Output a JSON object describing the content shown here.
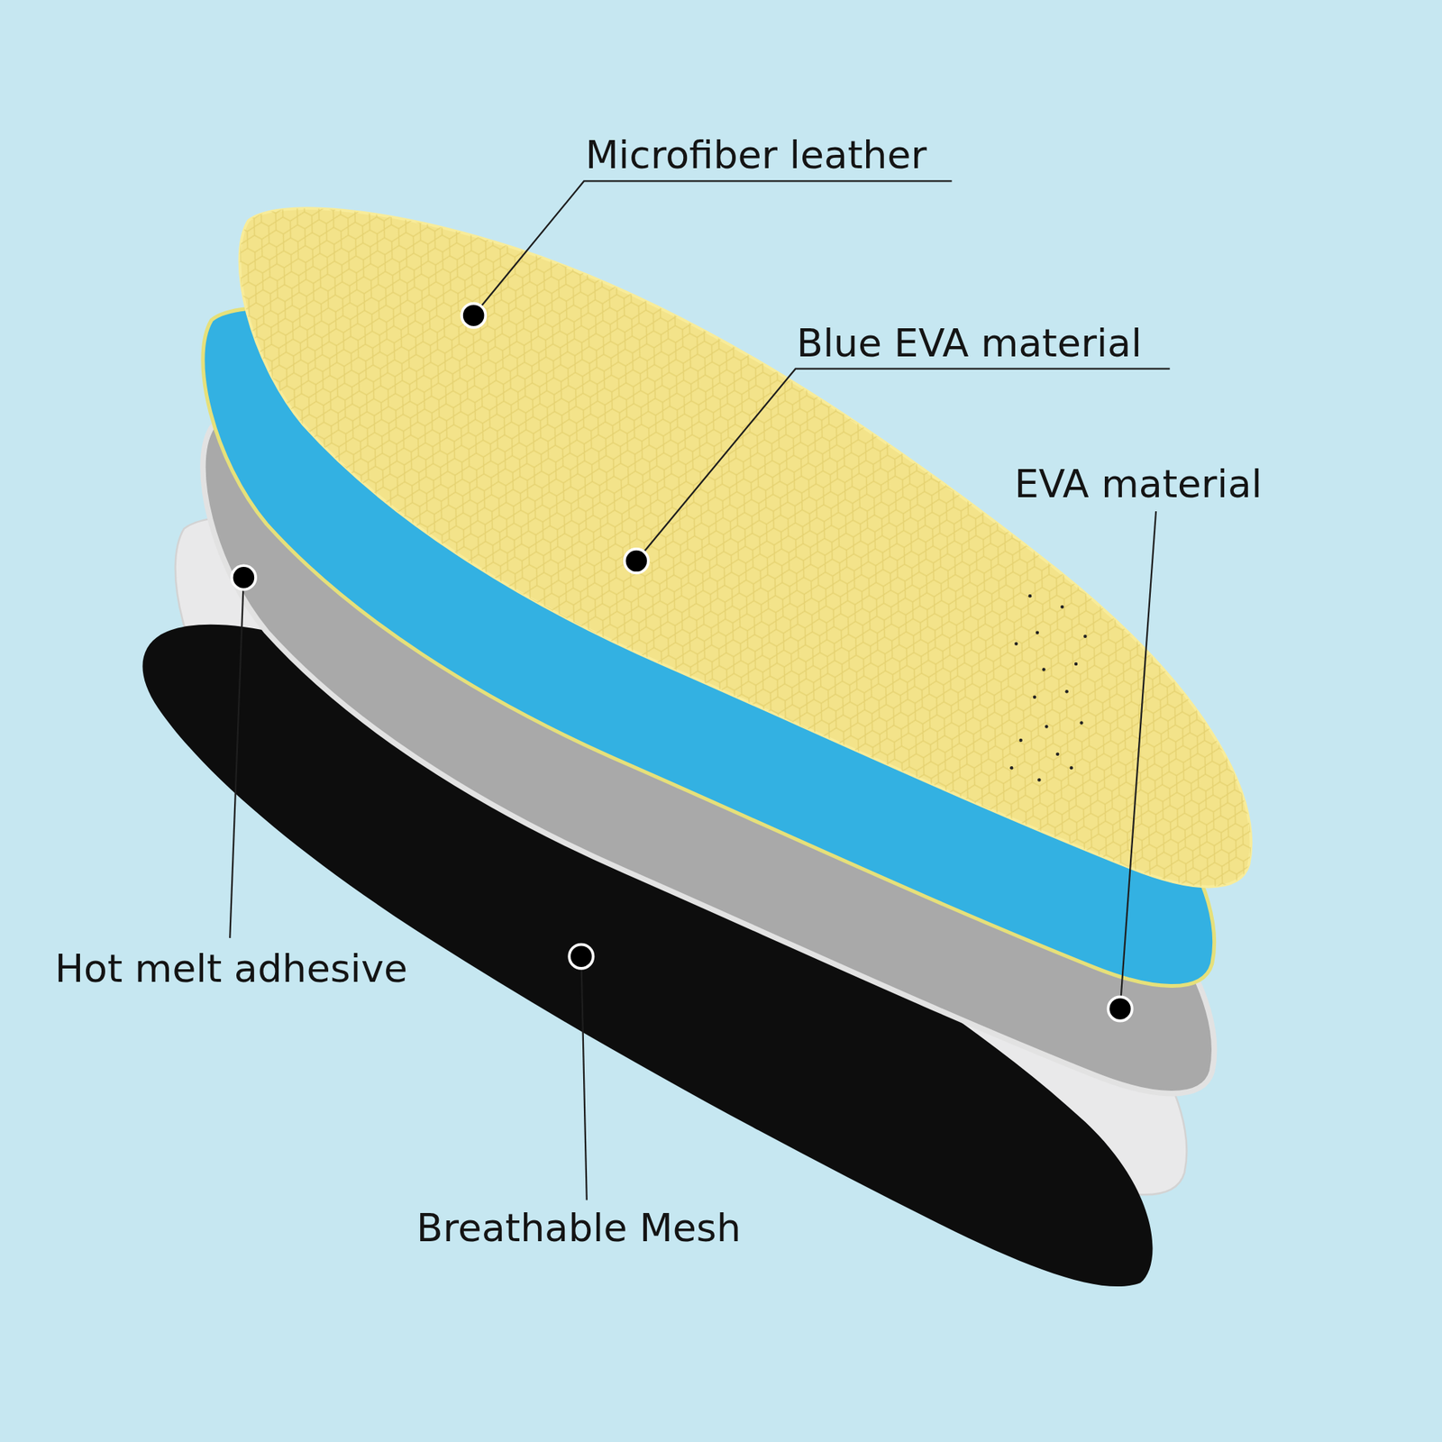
{
  "diagram": {
    "labels": [
      "Microfiber leather",
      "Blue EVA material",
      "EVA material",
      "Hot melt adhesive",
      "Breathable Mesh"
    ]
  }
}
